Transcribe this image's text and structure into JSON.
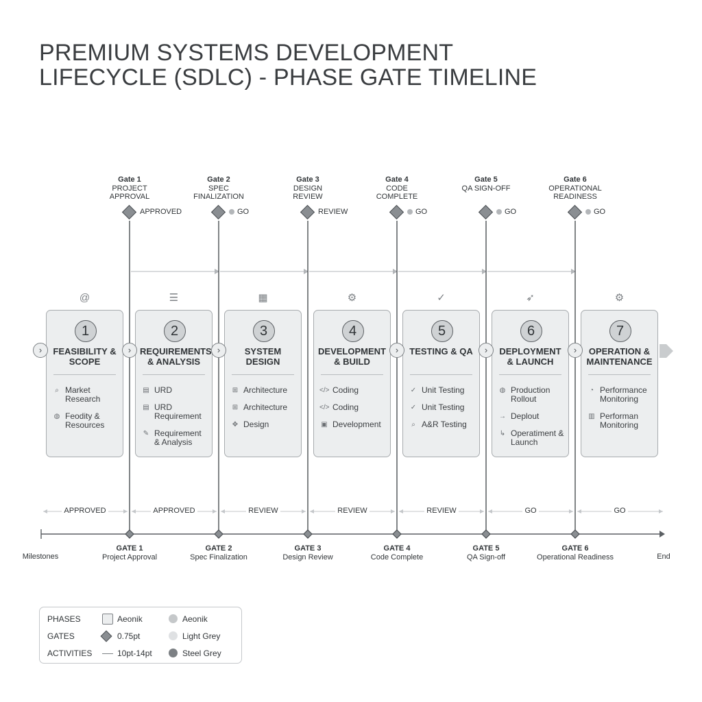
{
  "title": {
    "line1": "PREMIUM SYSTEMS DEVELOPMENT",
    "line2": "LIFECYCLE (SDLC) - PHASE GATE TIMELINE"
  },
  "colors": {
    "card_fill": "#eceeef",
    "card_border": "#a7abae",
    "line": "#4b4f53",
    "arrow": "#c4c7ca",
    "diamond": "#8a8e92"
  },
  "gates": [
    {
      "num": "Gate 1",
      "name": "PROJECT APPROVAL",
      "status": "APPROVED",
      "dot": false,
      "ms_num": "GATE 1",
      "ms_name": "Project Approval"
    },
    {
      "num": "Gate 2",
      "name": "SPEC FINALIZATION",
      "status": "GO",
      "dot": true,
      "ms_num": "GATE 2",
      "ms_name": "Spec Finalization"
    },
    {
      "num": "Gate 3",
      "name": "DESIGN REVIEW",
      "status": "REVIEW",
      "dot": false,
      "ms_num": "GATE 3",
      "ms_name": "Design Review"
    },
    {
      "num": "Gate 4",
      "name": "CODE COMPLETE",
      "status": "GO",
      "dot": true,
      "ms_num": "GATE 4",
      "ms_name": "Code Complete"
    },
    {
      "num": "Gate 5",
      "name": "QA SIGN-OFF",
      "status": "GO",
      "dot": true,
      "ms_num": "GATE 5",
      "ms_name": "QA Sign-off"
    },
    {
      "num": "Gate 6",
      "name": "OPERATIONAL READINESS",
      "status": "GO",
      "dot": true,
      "ms_num": "GATE 6",
      "ms_name": "Operational Readiness"
    }
  ],
  "phases": [
    {
      "num": "1",
      "title": "FEASIBILITY & SCOPE",
      "icon": "at-icon",
      "glyph": "@",
      "activities": [
        {
          "icon": "search-icon",
          "glyph": "⌕",
          "text": "Market Research"
        },
        {
          "icon": "globe-icon",
          "glyph": "◍",
          "text": "Feodity & Resources"
        }
      ]
    },
    {
      "num": "2",
      "title": "REQUIREMENTS & ANALYSIS",
      "icon": "checklist-icon",
      "glyph": "☰",
      "activities": [
        {
          "icon": "document-icon",
          "glyph": "▤",
          "text": "URD"
        },
        {
          "icon": "document-icon",
          "glyph": "▤",
          "text": "URD Requirement"
        },
        {
          "icon": "document-edit-icon",
          "glyph": "✎",
          "text": "Requirement & Analysis"
        }
      ]
    },
    {
      "num": "3",
      "title": "SYSTEM DESIGN",
      "icon": "blueprint-icon",
      "glyph": "▦",
      "activities": [
        {
          "icon": "hierarchy-icon",
          "glyph": "⊞",
          "text": "Architecture"
        },
        {
          "icon": "hierarchy-icon",
          "glyph": "⊞",
          "text": "Architecture"
        },
        {
          "icon": "puzzle-icon",
          "glyph": "✥",
          "text": "Design"
        }
      ]
    },
    {
      "num": "4",
      "title": "DEVELOPMENT & BUILD",
      "icon": "gear-icon",
      "glyph": "⚙",
      "activities": [
        {
          "icon": "code-icon",
          "glyph": "</>",
          "text": "Coding"
        },
        {
          "icon": "code-icon",
          "glyph": "</>",
          "text": "Coding"
        },
        {
          "icon": "database-icon",
          "glyph": "▣",
          "text": "Development"
        }
      ]
    },
    {
      "num": "5",
      "title": "TESTING & QA",
      "icon": "check-circle-icon",
      "glyph": "✓",
      "activities": [
        {
          "icon": "check-circle-icon",
          "glyph": "✓",
          "text": "Unit Testing"
        },
        {
          "icon": "check-circle-icon",
          "glyph": "✓",
          "text": "Unit Testing"
        },
        {
          "icon": "search-icon",
          "glyph": "⌕",
          "text": "A&R Testing"
        }
      ]
    },
    {
      "num": "6",
      "title": "DEPLOYMENT & LAUNCH",
      "icon": "rocket-icon",
      "glyph": "➶",
      "activities": [
        {
          "icon": "globe-icon",
          "glyph": "◍",
          "text": "Production Rollout"
        },
        {
          "icon": "arrow-right-icon",
          "glyph": "→",
          "text": "Deplout"
        },
        {
          "icon": "return-arrow-icon",
          "glyph": "↳",
          "text": "Operatiment & Launch"
        }
      ]
    },
    {
      "num": "7",
      "title": "OPERATION & MAINTENANCE",
      "icon": "gear-icon",
      "glyph": "⚙",
      "activities": [
        {
          "icon": "gauge-icon",
          "glyph": "◔",
          "text": "Performance Monitoring"
        },
        {
          "icon": "bar-chart-icon",
          "glyph": "▥",
          "text": "Performan Monitoring"
        }
      ]
    }
  ],
  "spans": [
    "APPROVED",
    "APPROVED",
    "REVIEW",
    "REVIEW",
    "REVIEW",
    "GO",
    "GO"
  ],
  "milestones": {
    "start": "Milestones",
    "end": "End"
  },
  "legend": {
    "rows": [
      {
        "label": "PHASES",
        "a_icon": "square-swatch-icon",
        "a_text": "Aeonik",
        "b_icon": "light-circle-swatch-icon",
        "b_text": "Aeonik",
        "b_color": "#c5c8ca"
      },
      {
        "label": "GATES",
        "a_icon": "diamond-swatch-icon",
        "a_text": "0.75pt",
        "b_icon": "lighter-circle-swatch-icon",
        "b_text": "Light Grey",
        "b_color": "#dfe1e3"
      },
      {
        "label": "ACTIVITIES",
        "a_icon": "line-swatch-icon",
        "a_text": "10pt-14pt",
        "b_icon": "dark-circle-swatch-icon",
        "b_text": "Steel Grey",
        "b_color": "#7c8084"
      }
    ]
  }
}
